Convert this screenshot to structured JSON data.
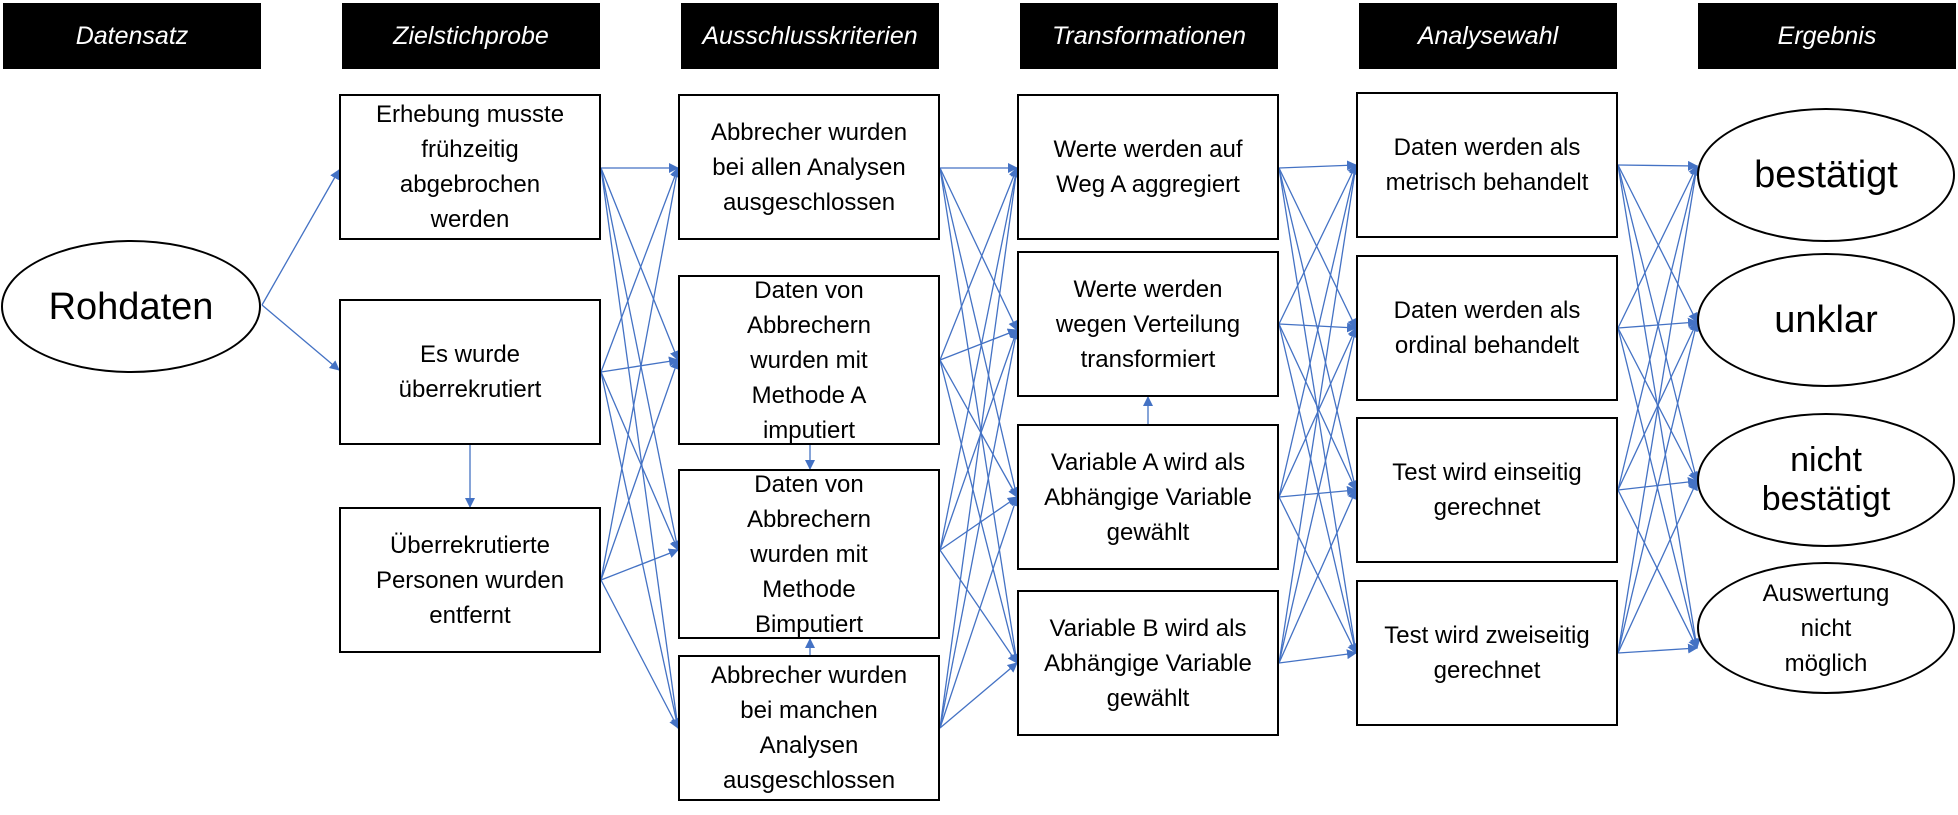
{
  "headers": {
    "datensatz": "Datensatz",
    "zielstichprobe": "Zielstichprobe",
    "ausschlusskriterien": "Ausschlusskriterien",
    "transformationen": "Transformationen",
    "analysewahl": "Analysewahl",
    "ergebnis": "Ergebnis"
  },
  "datensatz": {
    "rohdaten": "Rohdaten"
  },
  "zielstichprobe": {
    "abgebrochen": "Erhebung musste\nfrühzeitig\nabgebrochen\nwerden",
    "ueberrekrutiert": "Es wurde\nüberrekrutiert",
    "entfernt": "Überrekrutierte\nPersonen wurden\nentfernt"
  },
  "ausschlusskriterien": {
    "alle": "Abbrecher wurden\nbei allen Analysen\nausgeschlossen",
    "methode_a": "Daten von\nAbbrechern\nwurden mit\nMethode A\nimputiert",
    "methode_b": "Daten von\nAbbrechern\nwurden mit\nMethode\nBimputiert",
    "manche": "Abbrecher wurden\nbei manchen\nAnalysen\nausgeschlossen"
  },
  "transformationen": {
    "weg_a": "Werte werden auf\nWeg A aggregiert",
    "verteilung": "Werte werden\nwegen Verteilung\ntransformiert",
    "var_a": "Variable A wird als\nAbhängige Variable\ngewählt",
    "var_b": "Variable B wird als\nAbhängige Variable\ngewählt"
  },
  "analysewahl": {
    "metrisch": "Daten werden als\nmetrisch behandelt",
    "ordinal": "Daten werden als\nordinal behandelt",
    "einseitig": "Test wird einseitig\ngerechnet",
    "zweiseitig": "Test wird zweiseitig\ngerechnet"
  },
  "ergebnis": {
    "bestaetigt": "bestätigt",
    "unklar": "unklar",
    "nicht_bestaetigt": "nicht\nbestätigt",
    "nicht_moeglich": "Auswertung\nnicht\nmöglich"
  },
  "colors": {
    "arrow": "#4472C4",
    "header_bg": "#000000",
    "header_text": "#ffffff"
  }
}
